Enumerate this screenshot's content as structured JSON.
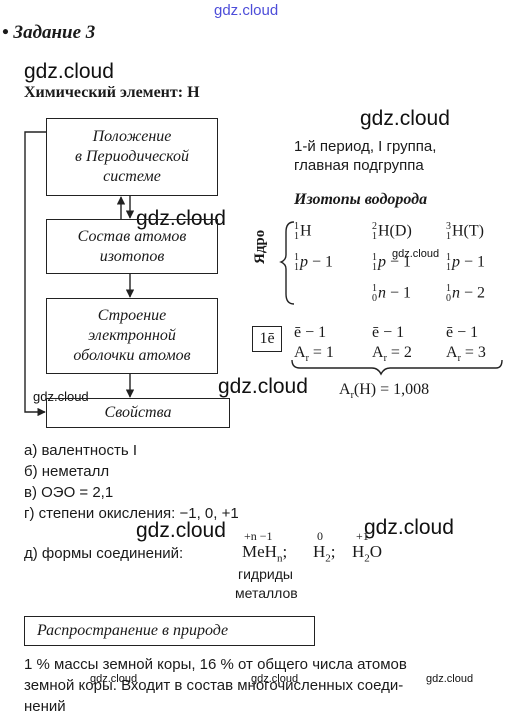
{
  "watermarks": {
    "top": "gdz.cloud",
    "big": [
      "gdz.cloud",
      "gdz.cloud",
      "gdz.cloud",
      "gdz.cloud",
      "gdz.cloud",
      "gdz.cloud"
    ],
    "small": [
      "gdz.cloud",
      "gdz.cloud",
      "gdz.cloud",
      "gdz.cloud",
      "gdz.cloud"
    ]
  },
  "task_title": "• Задание 3",
  "element_heading": "Химический элемент: Н",
  "scheme": {
    "boxes": [
      "Положение\nв Периодической\nсистеме",
      "Состав атомов\nизотопов",
      "Строение\nэлектронной\nоболочки атомов",
      "Свойства"
    ]
  },
  "position_text": [
    "1-й период, I группа,",
    "главная подгруппа"
  ],
  "isotopes": {
    "title": "Изотопы водорода",
    "nucleus_label": "Ядро",
    "symbols": [
      {
        "mass": "1",
        "charge": "1",
        "symbol": "H"
      },
      {
        "mass": "2",
        "charge": "1",
        "symbol": "H(D)"
      },
      {
        "mass": "3",
        "charge": "1",
        "symbol": "H(T)"
      }
    ],
    "protons": [
      {
        "mass": "1",
        "charge": "1",
        "part": "p",
        "count": "1"
      },
      {
        "mass": "1",
        "charge": "1",
        "part": "p",
        "count": "1"
      },
      {
        "mass": "1",
        "charge": "1",
        "part": "p",
        "count": "1"
      }
    ],
    "neutrons": [
      {
        "mass": "1",
        "charge": "0",
        "part": "n",
        "count": "1"
      },
      {
        "mass": "1",
        "charge": "0",
        "part": "n",
        "count": "2"
      }
    ],
    "electron_badge": "1ē",
    "electrons": [
      "ē − 1",
      "ē − 1",
      "ē − 1"
    ],
    "ar": [
      {
        "sym": "A",
        "sub": "r",
        "value": "= 1"
      },
      {
        "sym": "A",
        "sub": "r",
        "value": "= 2"
      },
      {
        "sym": "A",
        "sub": "r",
        "value": "= 3"
      }
    ],
    "average": {
      "sym": "A",
      "sub": "r",
      "value": "(H) = 1,008"
    }
  },
  "properties": [
    "а) валентность I",
    "б) неметалл",
    "в) ОЭО = 2,1",
    "г) степени окисления: −1, 0, +1"
  ],
  "compounds": {
    "label": "д) формы соединений:",
    "ox_states": [
      "+n  −1",
      "0",
      "+1"
    ],
    "formulas": [
      {
        "base": "MeH",
        "sub": "n",
        "tail": ";"
      },
      {
        "base": "H",
        "sub": "2",
        "tail": ";"
      },
      {
        "base": "H",
        "sub": "2",
        "tail": "O"
      }
    ],
    "caption": [
      "гидриды",
      "металлов"
    ]
  },
  "nature": {
    "title": "Распространение в природе",
    "text": [
      "1 % массы земной коры, 16 % от общего числа атомов",
      "земной коры. Входит в состав многочисленных соеди-",
      "нений"
    ]
  }
}
